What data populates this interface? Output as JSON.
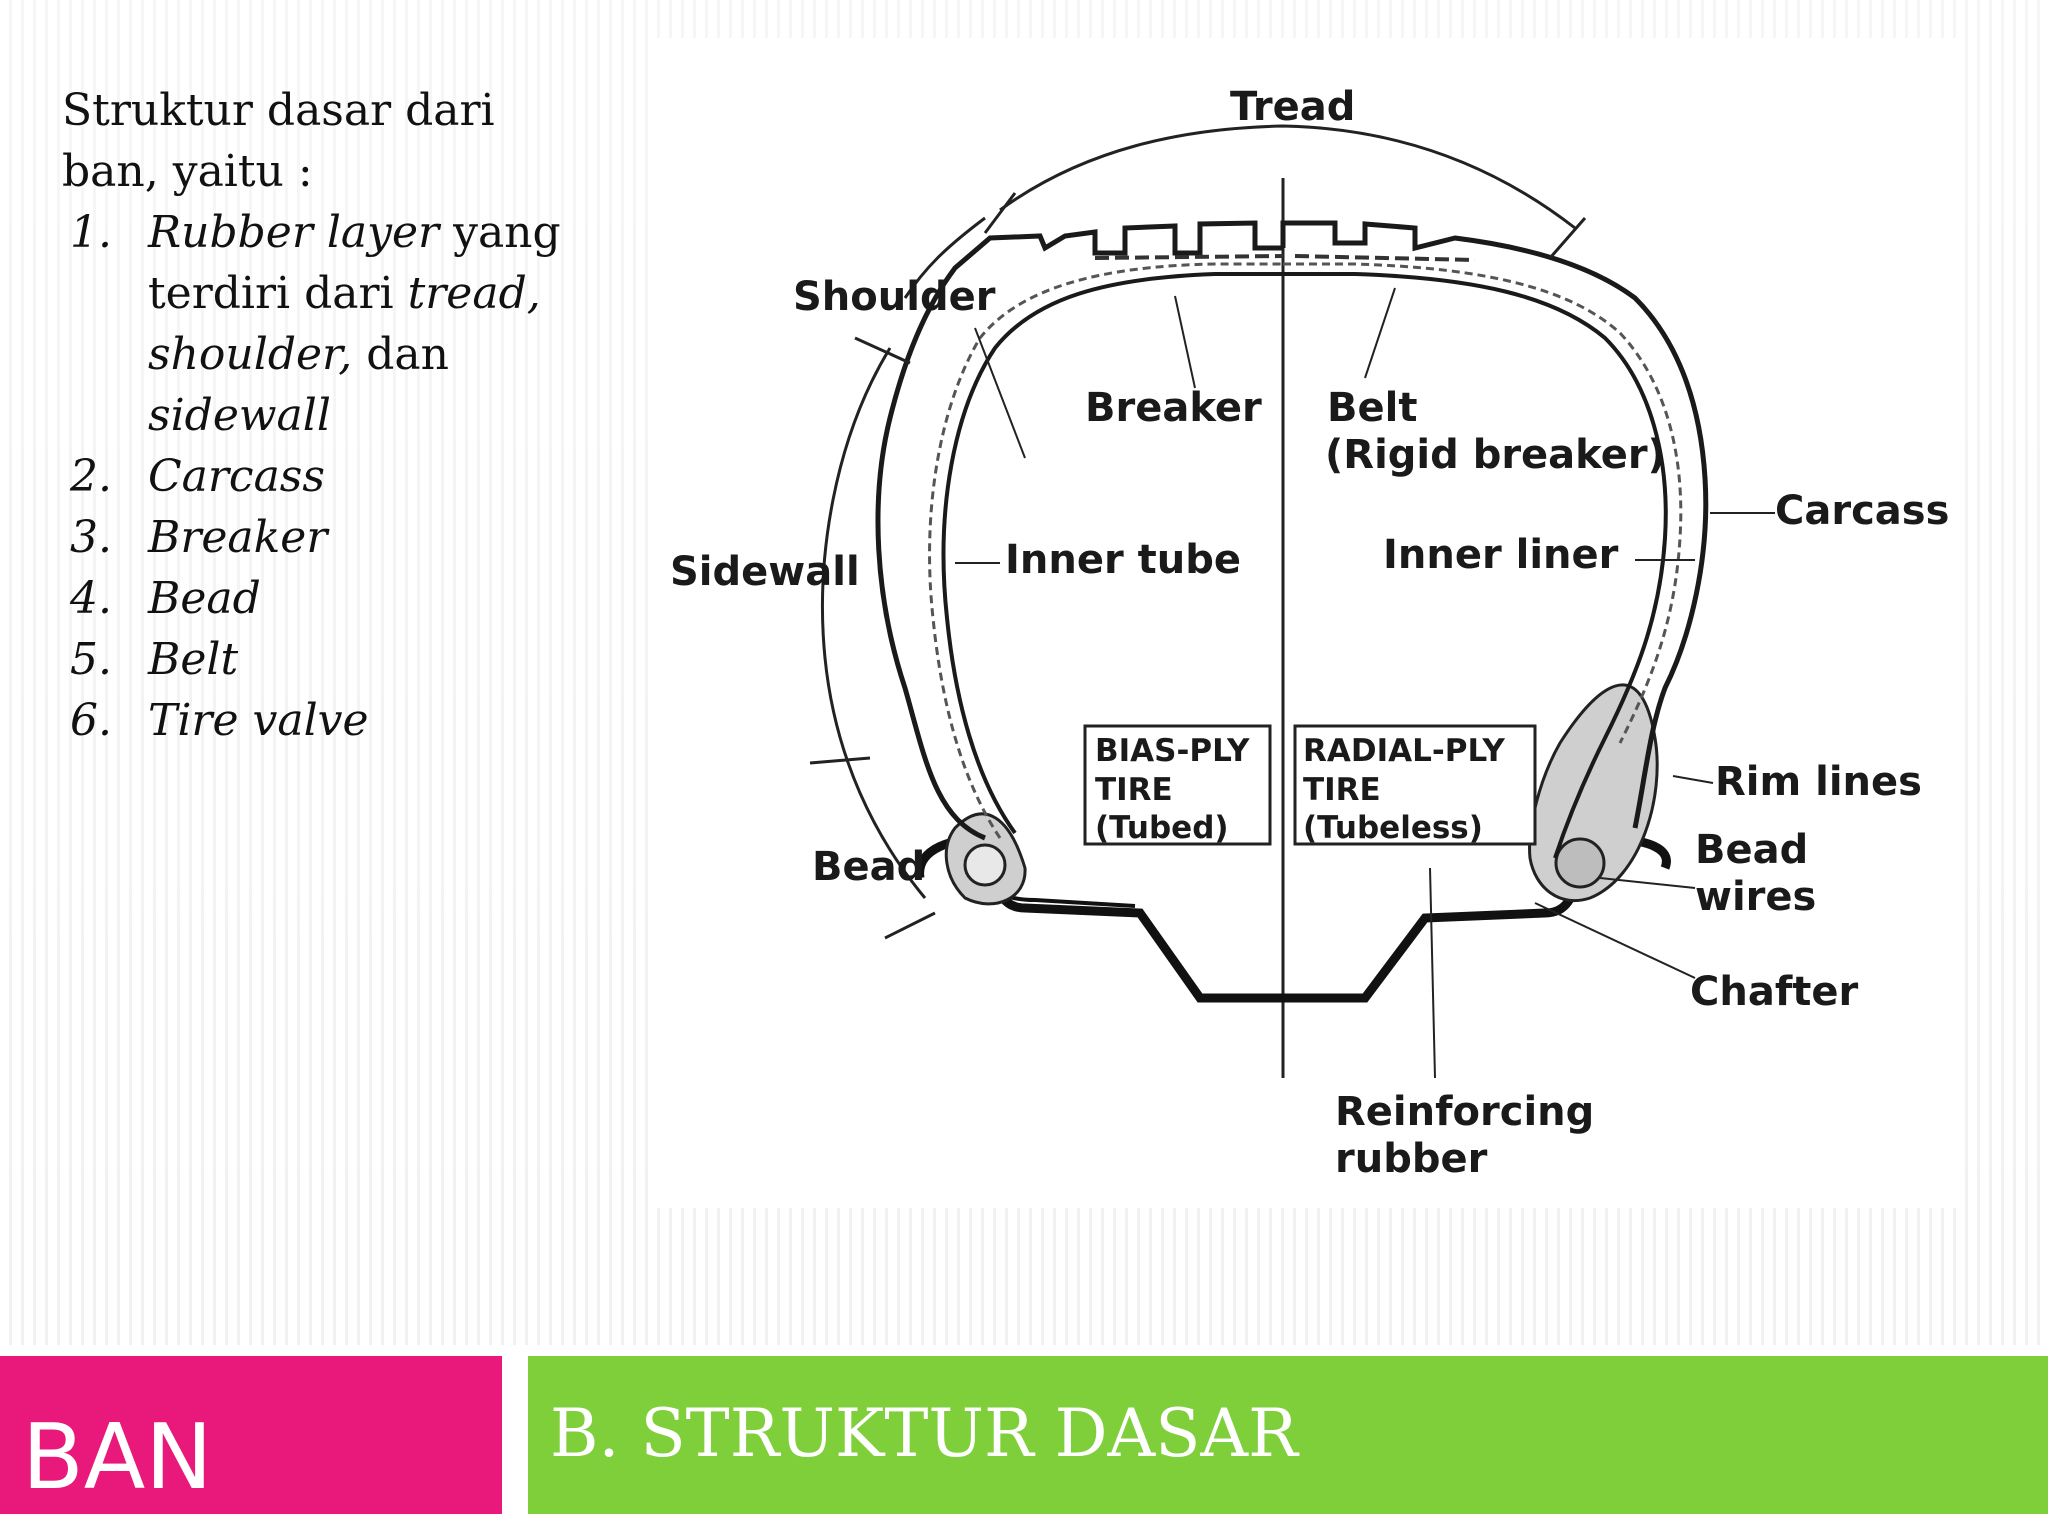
{
  "intro": "Struktur dasar dari ban, yaitu :",
  "list": [
    {
      "num": "1.",
      "italic": "Rubber layer",
      "plain": " yang terdiri dari ",
      "italic2": "tread, shoulder,",
      "plain2": " dan ",
      "italic3": "sidewall"
    },
    {
      "num": "2.",
      "italic": "Carcass"
    },
    {
      "num": "3.",
      "italic": "Breaker"
    },
    {
      "num": "4.",
      "italic": "Bead"
    },
    {
      "num": "5.",
      "italic": "Belt"
    },
    {
      "num": "6.",
      "italic": "Tire valve"
    }
  ],
  "diagram": {
    "labels": {
      "tread": "Tread",
      "shoulder": "Shoulder",
      "breaker": "Breaker",
      "belt_1": "Belt",
      "belt_2": "(Rigid breaker)",
      "carcass": "Carcass",
      "sidewall": "Sidewall",
      "inner_tube": "Inner tube",
      "inner_liner": "Inner liner",
      "bias_1": "BIAS-PLY",
      "bias_2": "TIRE",
      "bias_3": "(Tubed)",
      "radial_1": "RADIAL-PLY",
      "radial_2": "TIRE",
      "radial_3": "(Tubeless)",
      "rim_lines": "Rim lines",
      "bead": "Bead",
      "bead_wires_1": "Bead",
      "bead_wires_2": "wires",
      "chafter": "Chafter",
      "reinforcing_1": "Reinforcing",
      "reinforcing_2": "rubber"
    }
  },
  "footer": {
    "left": "BAN",
    "right": "B. STRUKTUR DASAR",
    "left_color": "#e8197a",
    "right_color": "#7fcf3a"
  }
}
